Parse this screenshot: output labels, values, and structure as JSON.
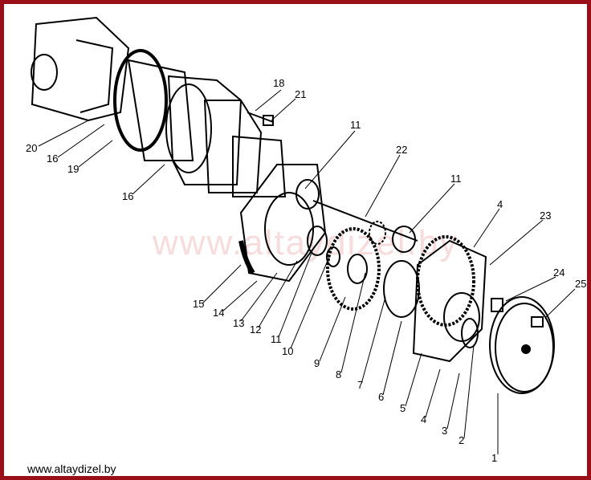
{
  "watermark": "www.altaydizel.by",
  "footer": {
    "website": "www.altaydizel.by"
  },
  "colors": {
    "border": "#9b1018"
  },
  "callouts": [
    "18",
    "21",
    "20",
    "16",
    "19",
    "16",
    "11",
    "22",
    "11",
    "4",
    "23",
    "24",
    "25",
    "15",
    "14",
    "13",
    "12",
    "11",
    "10",
    "9",
    "8",
    "7",
    "6",
    "5",
    "4",
    "3",
    "2",
    "1"
  ]
}
